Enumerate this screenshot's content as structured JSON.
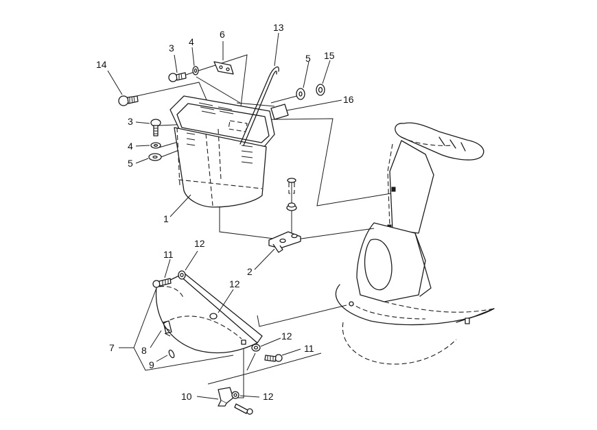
{
  "callouts": {
    "c1": "1",
    "c2": "2",
    "c3a": "3",
    "c3b": "3",
    "c4a": "4",
    "c4b": "4",
    "c5a": "5",
    "c5b": "5",
    "c6": "6",
    "c7": "7",
    "c8": "8",
    "c9": "9",
    "c10": "10",
    "c11a": "11",
    "c11b": "11",
    "c12a": "12",
    "c12b": "12",
    "c12c": "12",
    "c12d": "12",
    "c13": "13",
    "c14": "14",
    "c15": "15",
    "c16": "16"
  },
  "colors": {
    "ink": "#1a1a1a",
    "background": "#ffffff"
  }
}
